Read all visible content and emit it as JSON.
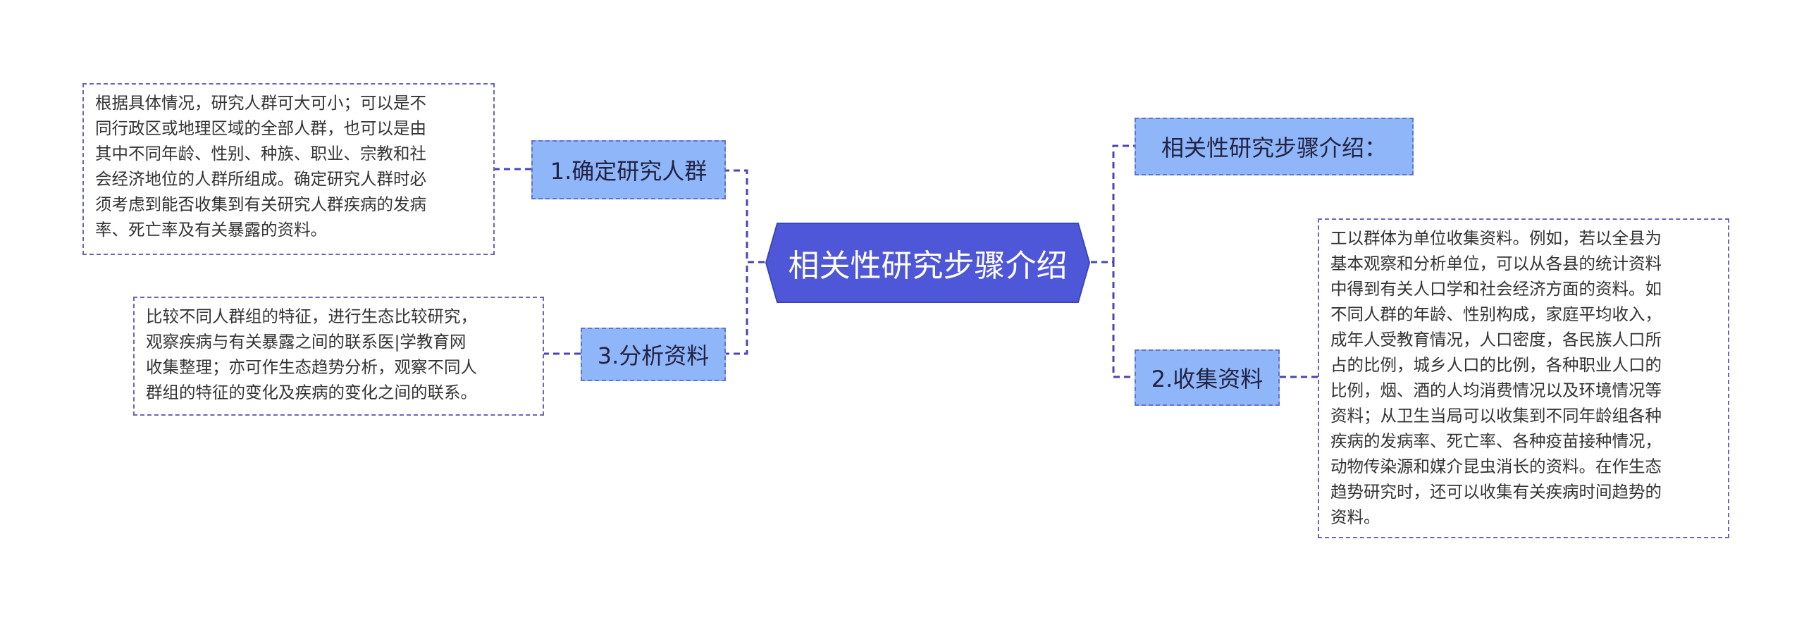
{
  "central": {
    "label": "相关性研究步骤介绍",
    "fill": "#4f57d9"
  },
  "topics": [
    {
      "id": "t1",
      "label": "1.确定研究人群"
    },
    {
      "id": "t3",
      "label": "3.分析资料"
    },
    {
      "id": "tr",
      "label": "相关性研究步骤介绍："
    },
    {
      "id": "t2",
      "label": "2.收集资料"
    }
  ],
  "details": [
    {
      "id": "d1",
      "text": "根据具体情况，研究人群可大可小；可以是不\n同行政区或地理区域的全部人群，也可以是由\n其中不同年龄、性别、种族、职业、宗教和社\n会经济地位的人群所组成。确定研究人群时必\n须考虑到能否收集到有关研究人群疾病的发病\n率、死亡率及有关暴露的资料。"
    },
    {
      "id": "d3",
      "text": "比较不同人群组的特征，进行生态比较研究，\n观察疾病与有关暴露之间的联系医|学教育网\n收集整理；亦可作生态趋势分析，观察不同人\n群组的特征的变化及疾病的变化之间的联系。"
    },
    {
      "id": "d2",
      "text": "工以群体为单位收集资料。例如，若以全县为\n基本观察和分析单位，可以从各县的统计资料\n中得到有关人口学和社会经济方面的资料。如\n不同人群的年龄、性别构成，家庭平均收入，\n成年人受教育情况，人口密度，各民族人口所\n占的比例，城乡人口的比例，各种职业人口的\n比例，烟、酒的人均消费情况以及环境情况等\n资料；从卫生当局可以收集到不同年龄组各种\n疾病的发病率、死亡率、各种疫苗接种情况，\n动物传染源和媒介昆虫消长的资料。在作生态\n趋势研究时，还可以收集有关疾病时间趋势的\n资料。"
    }
  ],
  "colors": {
    "topic_fill": "#8fb6f8",
    "topic_border": "#6373c8",
    "connector": "#4a44b8"
  }
}
